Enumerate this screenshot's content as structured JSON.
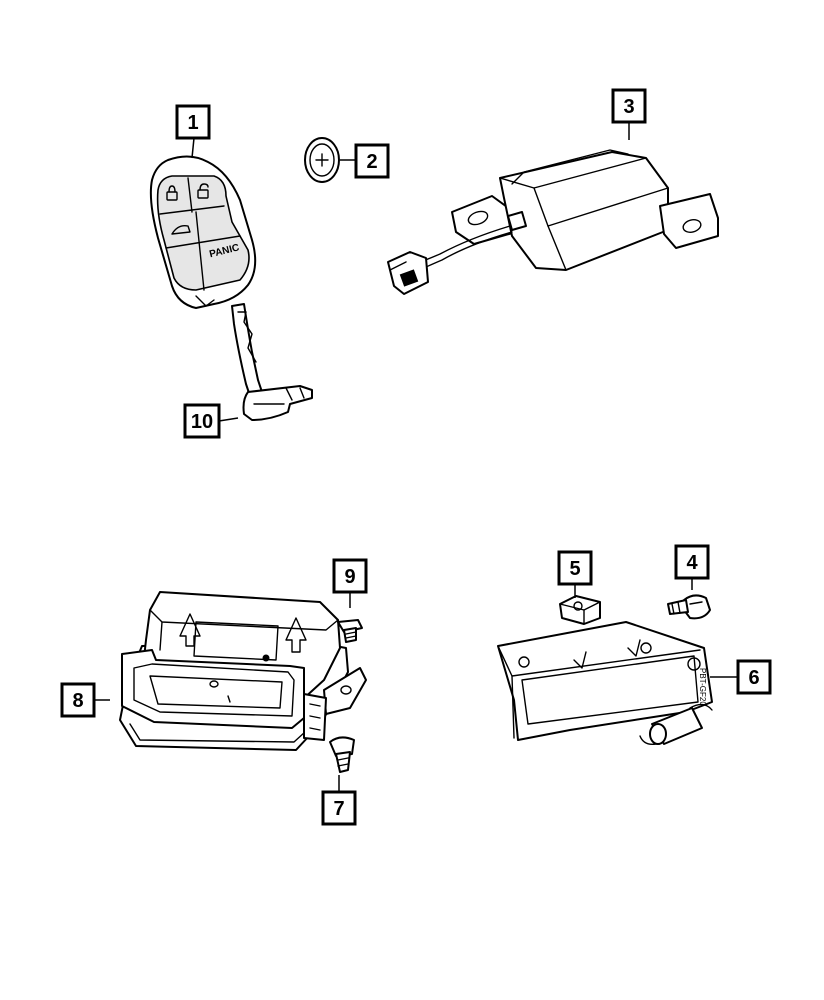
{
  "parts": [
    {
      "callout": "1"
    },
    {
      "callout": "2"
    },
    {
      "callout": "3"
    },
    {
      "callout": "4"
    },
    {
      "callout": "5"
    },
    {
      "callout": "6"
    },
    {
      "callout": "7"
    },
    {
      "callout": "8"
    },
    {
      "callout": "9"
    },
    {
      "callout": "10"
    }
  ],
  "key_fob": {
    "panic_label": "PANIC"
  },
  "bracket": {
    "stamp_text": "PBT-GF20"
  }
}
